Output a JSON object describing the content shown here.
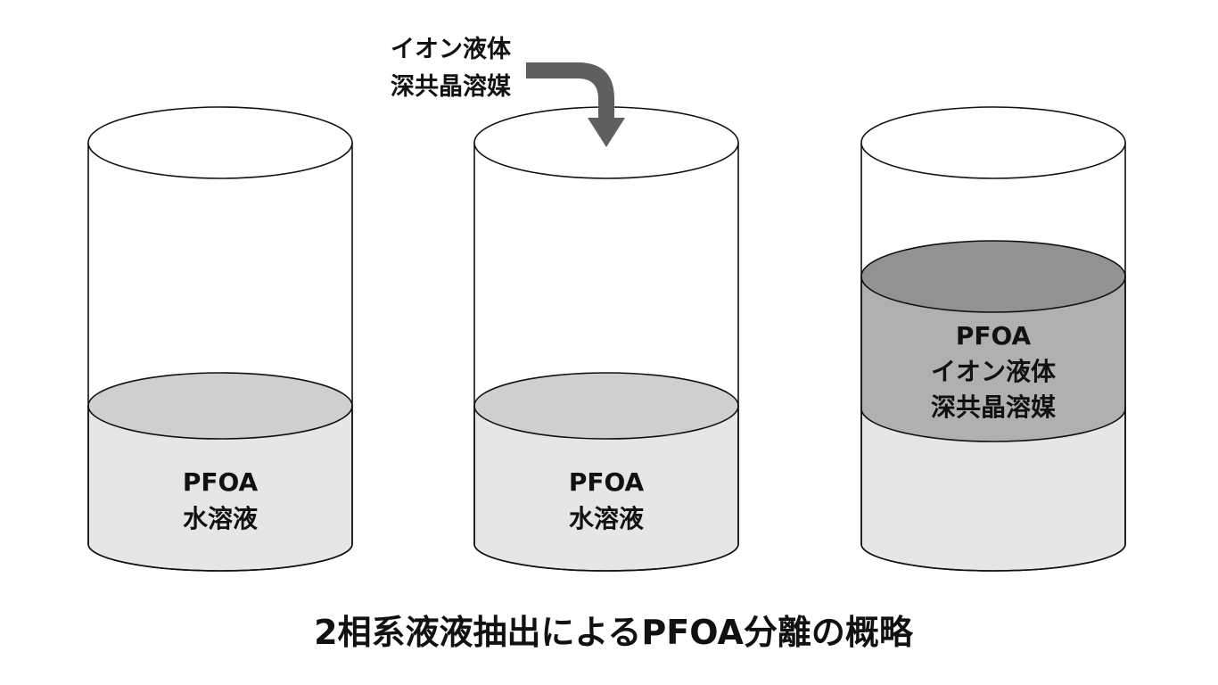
{
  "colors": {
    "aqueous_body": "#e6e6e6",
    "aqueous_surface": "#cfcfcf",
    "organic_body": "#b0b0b0",
    "organic_surface": "#929292",
    "arrow": "#5f5f5f",
    "outline": "#111111"
  },
  "reagent": {
    "line1": "イオン液体",
    "line2": "深共晶溶媒"
  },
  "vessels": [
    {
      "aqueous_label_1": "PFOA",
      "aqueous_label_2": "水溶液"
    },
    {
      "aqueous_label_1": "PFOA",
      "aqueous_label_2": "水溶液"
    },
    {
      "organic_label_1": "PFOA",
      "organic_label_2": "イオン液体",
      "organic_label_3": "深共晶溶媒"
    }
  ],
  "caption": "2相系液液抽出によるPFOA分離の概略"
}
